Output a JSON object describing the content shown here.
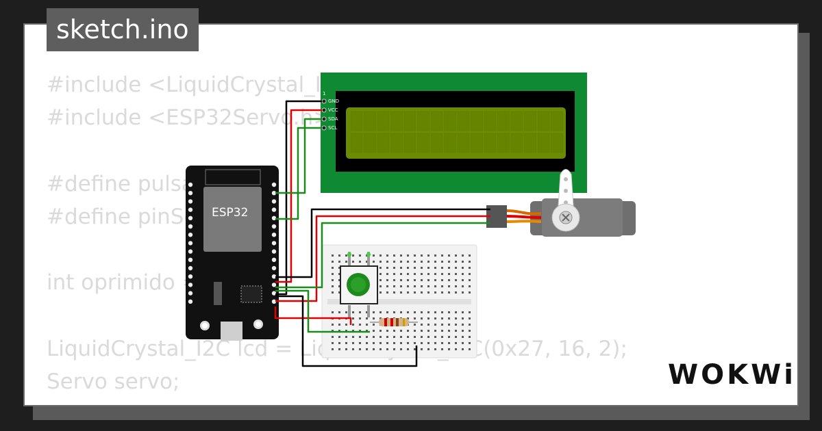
{
  "tab": {
    "label": "sketch.ino"
  },
  "code_lines": [
    "#include <LiquidCrystal_I2C.h>",
    "#include <ESP32Servo.h>",
    "",
    "#define pulsador 15",
    "#define pinServo 18",
    "",
    "int oprimido = 0;",
    "",
    "LiquidCrystal_I2C lcd = LiquidCrystal_I2C(0x27, 16, 2);",
    "Servo servo;"
  ],
  "esp32": {
    "label": "ESP32"
  },
  "lcd": {
    "pin_labels": [
      "GND",
      "VCC",
      "SDA",
      "SCL"
    ],
    "pin1_marker": "1"
  },
  "brand": {
    "logo_text": "WOKWi"
  },
  "colors": {
    "background": "#1e1e1e",
    "card": "#ffffff",
    "lcd_board": "#0f8a33",
    "lcd_screen": "#6b8c00",
    "wire_red": "#e00000",
    "wire_green": "#1a8c1a",
    "wire_black": "#000000",
    "button": "#1e8a1e"
  }
}
